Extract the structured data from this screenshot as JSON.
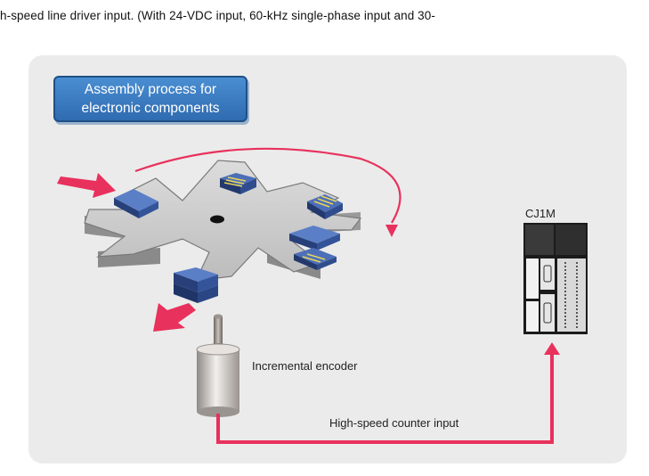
{
  "header": {
    "text": "h-speed line driver input. (With 24-VDC input, 60-kHz single-phase input and 30-"
  },
  "diagram": {
    "title_line1": "Assembly process for",
    "title_line2": "electronic components",
    "plc_label": "CJ1M",
    "encoder_label": "Incremental encoder",
    "counter_label": "High-speed counter input",
    "colors": {
      "panel": "#ebebeb",
      "title_box": "#3a7cc2",
      "arrow": "#e8315c",
      "chip": "#3a5ea8"
    }
  }
}
